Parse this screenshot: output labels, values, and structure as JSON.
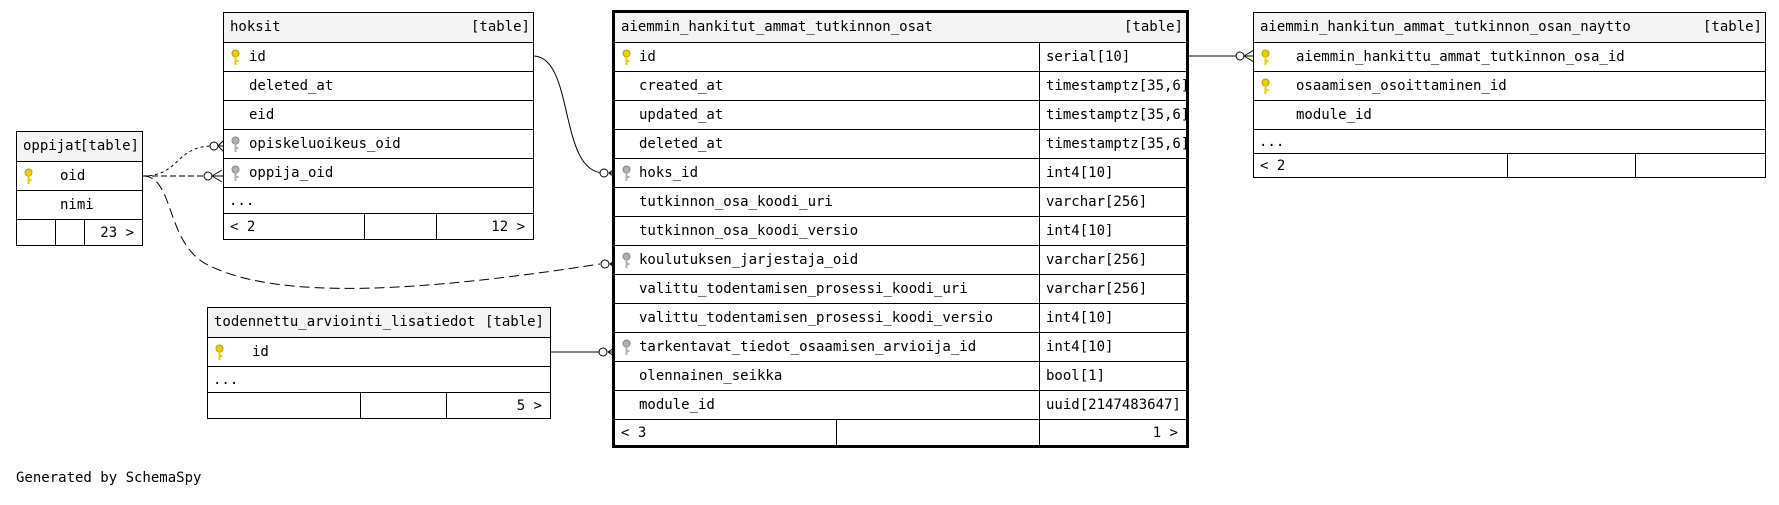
{
  "tables": {
    "oppijat": {
      "name": "oppijat",
      "kind": "[table]",
      "columns": [
        "oid",
        "nimi"
      ],
      "footer_right": "23 >"
    },
    "hoksit": {
      "name": "hoksit",
      "kind": "[table]",
      "columns": [
        "id",
        "deleted_at",
        "eid",
        "opiskeluoikeus_oid",
        "oppija_oid",
        "..."
      ],
      "footer_left": "< 2",
      "footer_right": "12 >"
    },
    "todennettu": {
      "name": "todennettu_arviointi_lisatiedot",
      "kind": "[table]",
      "columns": [
        "id",
        "..."
      ],
      "footer_right": "5 >"
    },
    "main": {
      "name": "aiemmin_hankitut_ammat_tutkinnon_osat",
      "kind": "[table]",
      "columns": [
        {
          "name": "id",
          "type": "serial[10]"
        },
        {
          "name": "created_at",
          "type": "timestamptz[35,6]"
        },
        {
          "name": "updated_at",
          "type": "timestamptz[35,6]"
        },
        {
          "name": "deleted_at",
          "type": "timestamptz[35,6]"
        },
        {
          "name": "hoks_id",
          "type": "int4[10]"
        },
        {
          "name": "tutkinnon_osa_koodi_uri",
          "type": "varchar[256]"
        },
        {
          "name": "tutkinnon_osa_koodi_versio",
          "type": "int4[10]"
        },
        {
          "name": "koulutuksen_jarjestaja_oid",
          "type": "varchar[256]"
        },
        {
          "name": "valittu_todentamisen_prosessi_koodi_uri",
          "type": "varchar[256]"
        },
        {
          "name": "valittu_todentamisen_prosessi_koodi_versio",
          "type": "int4[10]"
        },
        {
          "name": "tarkentavat_tiedot_osaamisen_arvioija_id",
          "type": "int4[10]"
        },
        {
          "name": "olennainen_seikka",
          "type": "bool[1]"
        },
        {
          "name": "module_id",
          "type": "uuid[2147483647]"
        }
      ],
      "footer_left": "< 3",
      "footer_right": "1 >"
    },
    "naytto": {
      "name": "aiemmin_hankitun_ammat_tutkinnon_osan_naytto",
      "kind": "[table]",
      "columns": [
        "aiemmin_hankittu_ammat_tutkinnon_osa_id",
        "osaamisen_osoittaminen_id",
        "module_id",
        "..."
      ],
      "footer_left": "< 2"
    }
  },
  "footer_text": "Generated by SchemaSpy",
  "colors": {
    "primary_key": "#e8d000",
    "foreign_key": "#a0a0a0",
    "header_bg": "#f4f4f4"
  }
}
